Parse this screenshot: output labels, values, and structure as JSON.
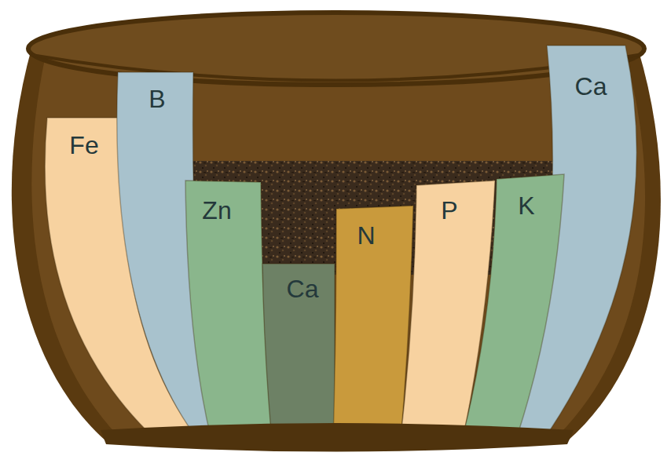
{
  "diagram": {
    "nodes": [
      {
        "text": [
          "Fe"
        ]
      },
      {
        "text": [
          "B"
        ]
      },
      {
        "text": [
          "Zn"
        ]
      },
      {
        "text": [
          "Ca"
        ]
      },
      {
        "text": [
          "N"
        ]
      },
      {
        "text": [
          "P"
        ]
      },
      {
        "text": [
          "K"
        ]
      },
      {
        "text": [
          "Ca"
        ]
      }
    ]
  }
}
